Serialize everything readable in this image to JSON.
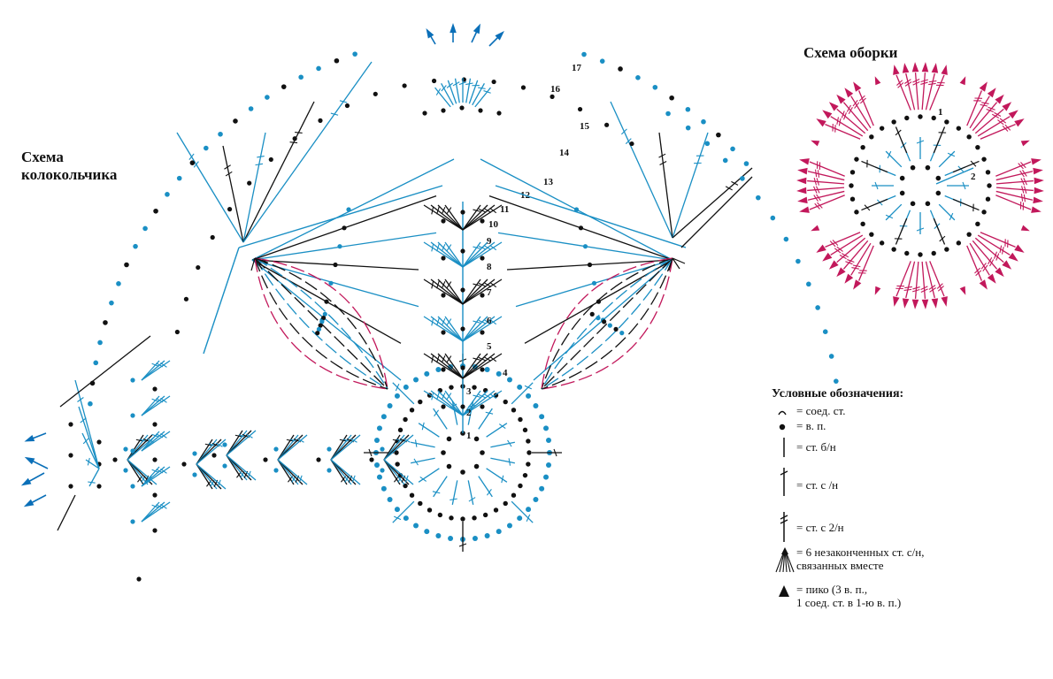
{
  "titles": {
    "bell": [
      "Схема",
      "колокольчика"
    ],
    "ruffle": "Схема оборки"
  },
  "colors": {
    "blue": "#1a8fc4",
    "black": "#111111",
    "magenta": "#c2185b",
    "dark_blue_arrow": "#0a6fb8"
  },
  "bell_row_numbers": [
    "1",
    "2",
    "3",
    "4",
    "5",
    "6",
    "7",
    "8",
    "9",
    "10",
    "11",
    "12",
    "13",
    "14",
    "15",
    "16",
    "17"
  ],
  "ruffle_row_numbers": [
    "1",
    "2"
  ],
  "legend": {
    "heading": "Условные обозначения:",
    "items": [
      {
        "icon": "slip-stitch-icon",
        "text": "= соед. ст."
      },
      {
        "icon": "chain-stitch-icon",
        "text": "= в. п."
      },
      {
        "icon": "single-crochet-icon",
        "text": "= ст. б/н"
      },
      {
        "icon": "double-crochet-icon",
        "text": "= ст. с /н"
      },
      {
        "icon": "treble-crochet-icon",
        "text": "= ст. с 2/н"
      },
      {
        "icon": "cluster-icon",
        "text": "= 6 незаконченных ст. с/н,",
        "text2": "связанных вместе"
      },
      {
        "icon": "picot-icon",
        "text": "= пико (3 в. п.,",
        "text2": "1 соед. ст. в 1-ю в. п.)"
      }
    ]
  }
}
